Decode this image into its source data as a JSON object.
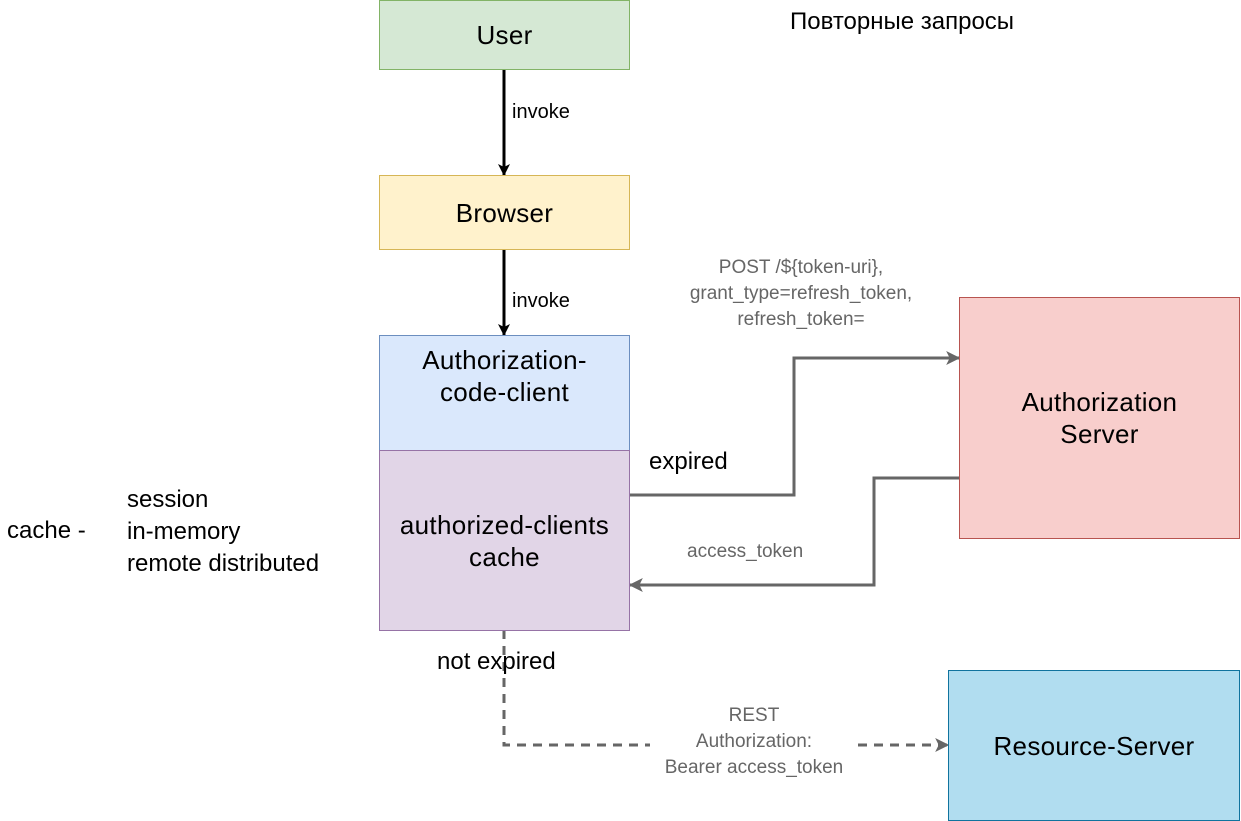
{
  "title": "Повторные запросы",
  "nodes": {
    "user": {
      "label": "User",
      "fill": "#d5e8d4",
      "stroke": "#82b366"
    },
    "browser": {
      "label": "Browser",
      "fill": "#fff2cc",
      "stroke": "#d6b656"
    },
    "auth_code_client": {
      "label": "Authorization-\ncode-client",
      "fill": "#dae8fc",
      "stroke": "#6c8ebf"
    },
    "clients_cache": {
      "label": "authorized-clients\ncache",
      "fill": "#e1d5e7",
      "stroke": "#9673a6"
    },
    "auth_server": {
      "label": "Authorization\nServer",
      "fill": "#f8cecc",
      "stroke": "#b85450"
    },
    "resource_server": {
      "label": "Resource-Server",
      "fill": "#b1ddf0",
      "stroke": "#10739e"
    }
  },
  "edges": {
    "user_to_browser": {
      "label": "invoke"
    },
    "browser_to_client": {
      "label": "invoke"
    },
    "refresh_request": {
      "condition": "expired",
      "label": "POST /${token-uri},\ngrant_type=refresh_token,\nrefresh_token="
    },
    "token_response": {
      "label": "access_token"
    },
    "resource_request": {
      "condition": "not expired",
      "label": "REST\nAuthorization:\nBearer access_token"
    }
  },
  "cache_note": {
    "prefix": "cache -",
    "options": "session\nin-memory\nremote distributed"
  },
  "colors": {
    "arrow_black": "#000000",
    "arrow_gray": "#666666",
    "text_gray": "#666666"
  }
}
